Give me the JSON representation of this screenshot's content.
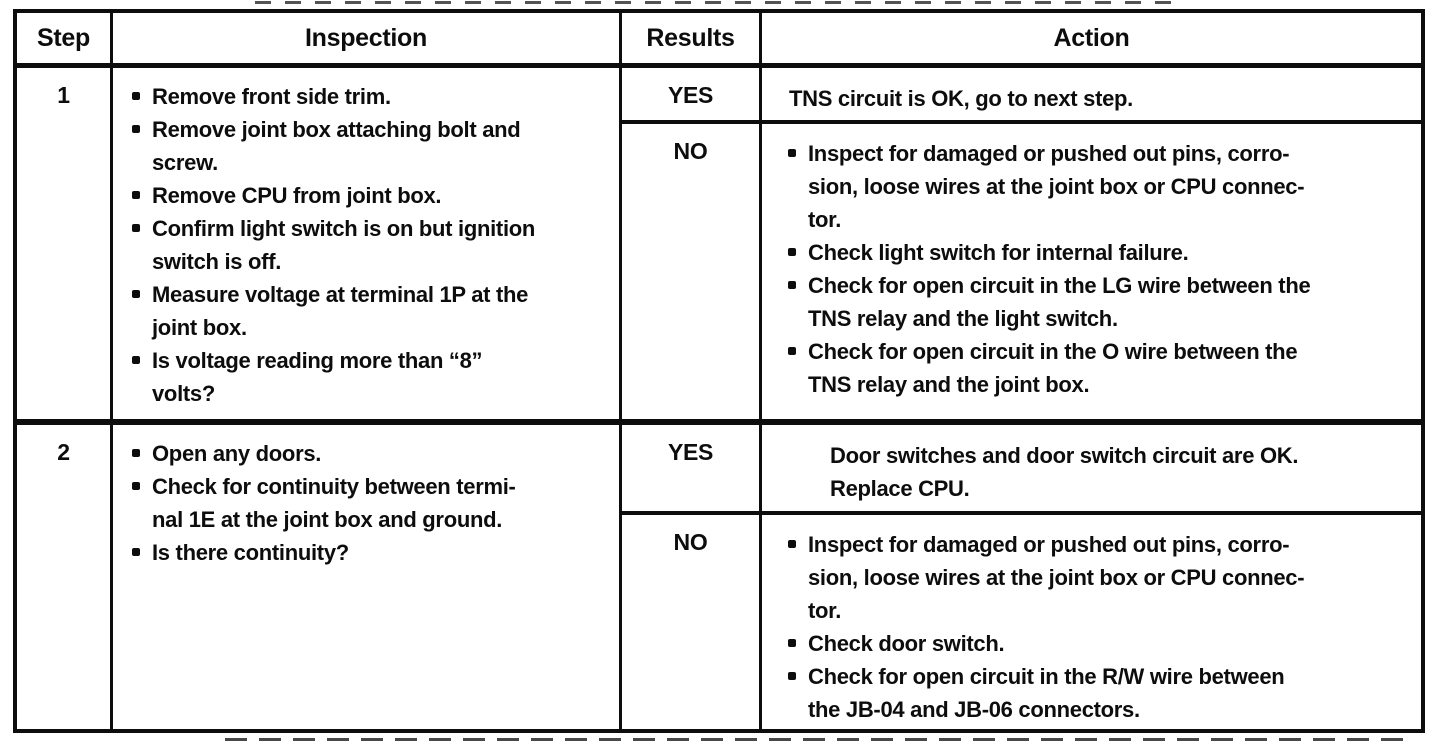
{
  "colors": {
    "ink": "#0d0d0d",
    "paper": "#ffffff"
  },
  "table": {
    "header": {
      "step": "Step",
      "inspection": "Inspection",
      "results": "Results",
      "action": "Action"
    },
    "rows": [
      {
        "step": "1",
        "inspection": [
          [
            "Remove front side trim."
          ],
          [
            "Remove joint box attaching bolt and",
            "screw."
          ],
          [
            "Remove CPU from joint box."
          ],
          [
            "Confirm light switch is on but ignition",
            "switch is off."
          ],
          [
            "Measure voltage at terminal 1P at the",
            "joint box."
          ],
          [
            "Is voltage reading more than “8”",
            "volts?"
          ]
        ],
        "outcomes": [
          {
            "result": "YES",
            "lines": [
              "TNS circuit is OK, go to next step."
            ],
            "bullets": []
          },
          {
            "result": "NO",
            "lines": [],
            "bullets": [
              [
                "Inspect for damaged or pushed out pins, corro-",
                "sion, loose wires at the joint box or CPU connec-",
                "tor."
              ],
              [
                "Check light switch for internal failure."
              ],
              [
                "Check for open circuit in the LG wire between the",
                "TNS relay and the light switch."
              ],
              [
                "Check for open circuit in the O wire between the",
                "TNS relay and the joint box."
              ]
            ]
          }
        ]
      },
      {
        "step": "2",
        "inspection": [
          [
            "Open any doors."
          ],
          [
            "Check for continuity between termi-",
            "nal 1E at the joint box and ground."
          ],
          [
            "Is there continuity?"
          ]
        ],
        "outcomes": [
          {
            "result": "YES",
            "lines": [
              "Door switches and door switch circuit are OK.",
              "Replace CPU."
            ],
            "bullets": []
          },
          {
            "result": "NO",
            "lines": [],
            "bullets": [
              [
                "Inspect for damaged or pushed out pins, corro-",
                "sion, loose wires at the joint box or CPU connec-",
                "tor."
              ],
              [
                "Check door switch."
              ],
              [
                "Check for open circuit in the R/W wire between",
                "the JB-04 and JB-06 connectors."
              ]
            ]
          }
        ]
      }
    ]
  }
}
